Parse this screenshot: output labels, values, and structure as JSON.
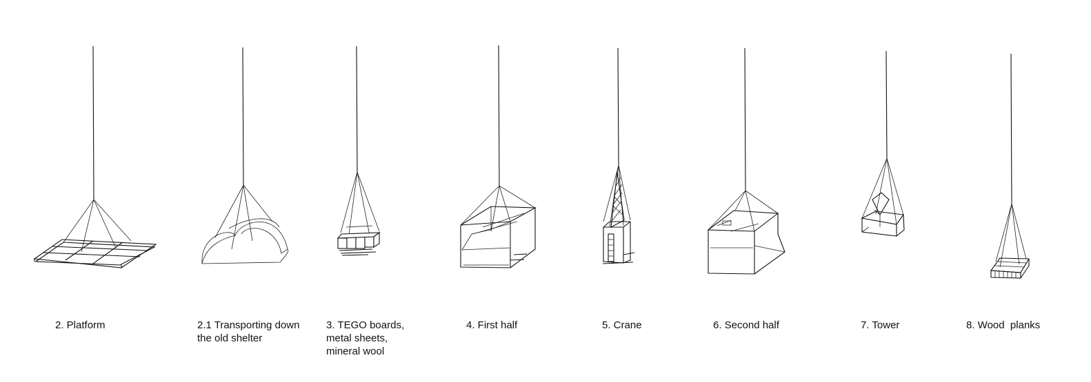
{
  "diagram": {
    "stages": [
      {
        "id": "platform",
        "caption": "2. Platform"
      },
      {
        "id": "shelter",
        "caption": "2.1 Transporting down\nthe old shelter"
      },
      {
        "id": "tego",
        "caption": "3. TEGO boards,\nmetal sheets,\nmineral wool"
      },
      {
        "id": "first-half",
        "caption": "4. First half"
      },
      {
        "id": "crane",
        "caption": "5. Crane"
      },
      {
        "id": "second-half",
        "caption": "6. Second half"
      },
      {
        "id": "tower",
        "caption": "7. Tower"
      },
      {
        "id": "wood",
        "caption": "8. Wood  planks"
      }
    ]
  }
}
